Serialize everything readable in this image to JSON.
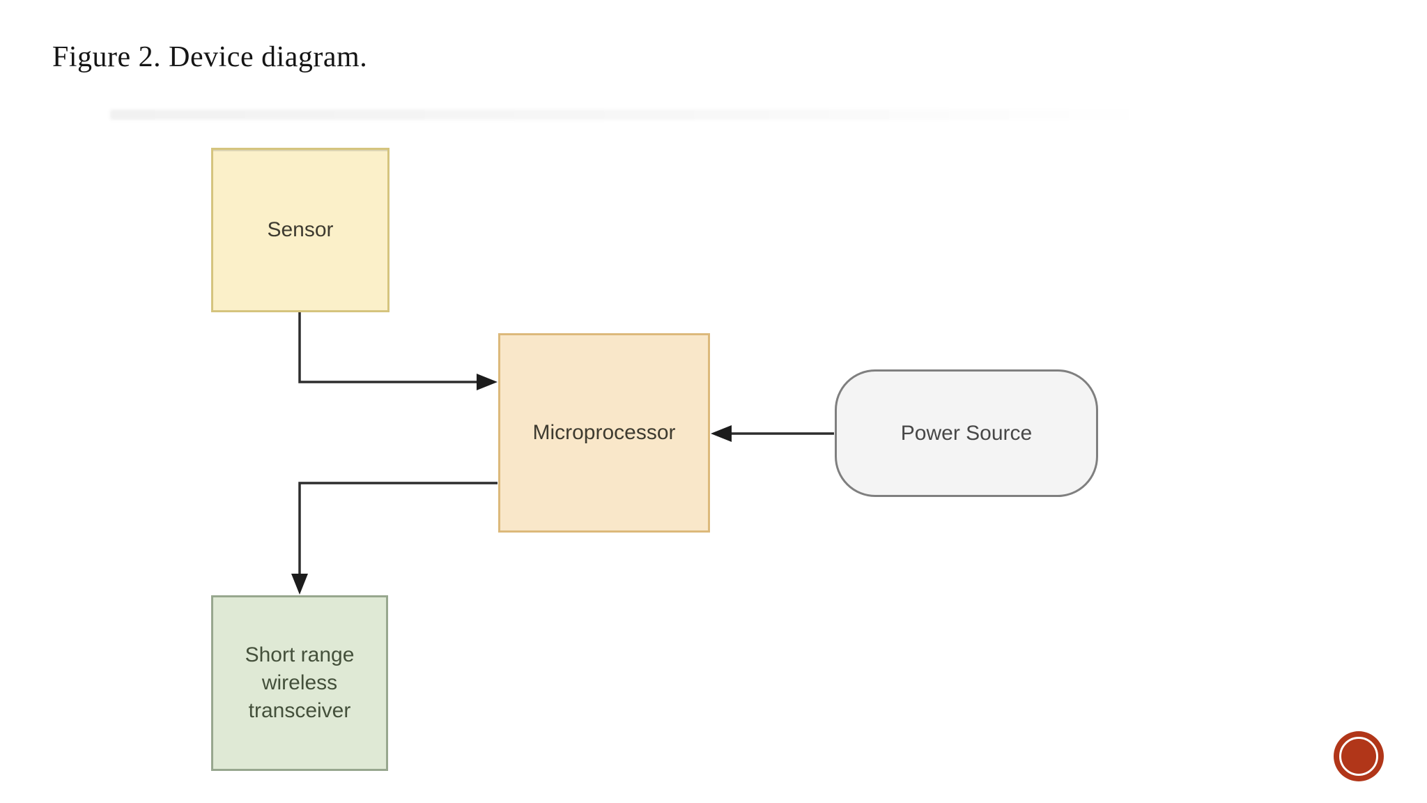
{
  "slide": {
    "caption": "Figure 2. Device diagram.",
    "accent_dot_color": "#b13619"
  },
  "diagram": {
    "line_color": "#2d2d2d",
    "nodes": [
      {
        "id": "sensor",
        "label": "Sensor",
        "shape": "rectangle",
        "fill": "#fbf0c9",
        "border": "#d5c47e"
      },
      {
        "id": "microprocessor",
        "label": "Microprocessor",
        "shape": "rectangle",
        "fill": "#f9e7c9",
        "border": "#dcb97b"
      },
      {
        "id": "power-source",
        "label": "Power Source",
        "shape": "rounded-rectangle",
        "fill": "#f4f4f4",
        "border": "#7f7f7f"
      },
      {
        "id": "short-range-wireless-transceiver",
        "label": "Short range wireless transceiver",
        "shape": "rectangle",
        "fill": "#dfe9d5",
        "border": "#97a78e"
      }
    ],
    "edges": [
      {
        "from": "sensor",
        "to": "microprocessor"
      },
      {
        "from": "power-source",
        "to": "microprocessor"
      },
      {
        "from": "microprocessor",
        "to": "short-range-wireless-transceiver"
      }
    ]
  }
}
